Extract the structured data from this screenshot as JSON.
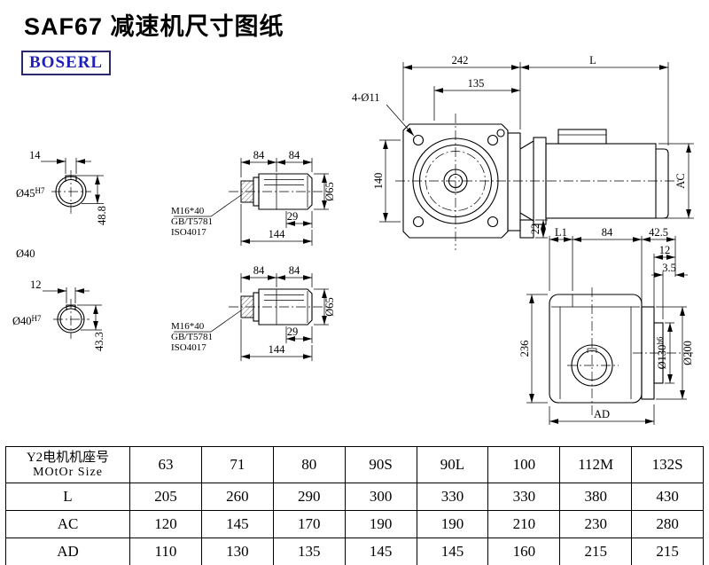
{
  "title": "SAF67 减速机尺寸图纸",
  "logo": "BOSERL",
  "colors": {
    "logo_text": "#2020bb",
    "logo_border": "#2a2a6a",
    "drawing_line": "#000000",
    "background": "#ffffff"
  },
  "drawing": {
    "front_view": {
      "dim_width": "242",
      "dim_motor_length": "L",
      "dim_flange_offset": "135",
      "holes_label": "4-Ø11",
      "dim_hole_spacing": "140",
      "dim_foot": "22",
      "dim_motor_diameter": "AC"
    },
    "side_view": {
      "dim_l1": "L1",
      "dim_flange_depth": "84",
      "dim_shaft_end": "42.5",
      "dim_hub_len": "12",
      "dim_gap": "3.5",
      "dim_height": "236",
      "hub_dia": "Ø130",
      "hub_tol": "h6",
      "flange_dia": "Ø200",
      "dim_ad": "AD"
    },
    "bore_view_1": {
      "key_width": "14",
      "bore_dia": "Ø45",
      "bore_tol": "H7",
      "key_height": "48.8"
    },
    "bore_label": "Ø40",
    "bore_view_2": {
      "key_width": "12",
      "bore_dia": "Ø40",
      "bore_tol": "H7",
      "key_height": "43.3"
    },
    "shaft_view": {
      "dim_seg1": "84",
      "dim_seg2": "84",
      "dim_key": "29",
      "dim_total": "144",
      "shaft_dia": "Ø65",
      "bolt_spec": "M16*40",
      "bolt_std1": "GB/T5781",
      "bolt_std2": "ISO4017"
    }
  },
  "table": {
    "header_cn": "Y2电机机座号",
    "header_en": "MOtOr Size",
    "sizes": [
      "63",
      "71",
      "80",
      "90S",
      "90L",
      "100",
      "112M",
      "132S"
    ],
    "rows": [
      {
        "label": "L",
        "values": [
          "205",
          "260",
          "290",
          "300",
          "330",
          "330",
          "380",
          "430"
        ]
      },
      {
        "label": "AC",
        "values": [
          "120",
          "145",
          "170",
          "190",
          "190",
          "210",
          "230",
          "280"
        ]
      },
      {
        "label": "AD",
        "values": [
          "110",
          "130",
          "135",
          "145",
          "145",
          "160",
          "215",
          "215"
        ]
      }
    ]
  }
}
